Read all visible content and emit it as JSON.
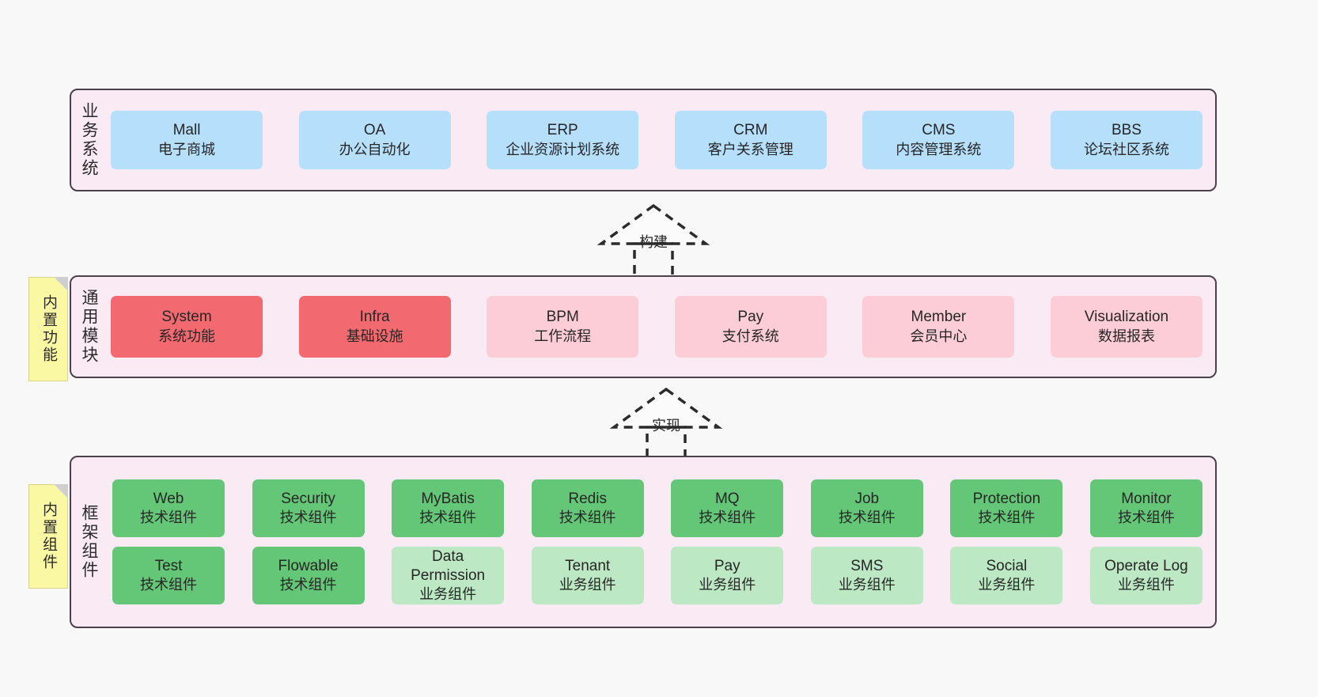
{
  "diagram": {
    "title_hidden": "",
    "colors": {
      "layer_background": "#f9eaf4",
      "layer_border": "#4a414b",
      "business_card": "#b5dffb",
      "module_core_card": "#f26a6f",
      "module_optional_card": "#fccdd6",
      "framework_tech_card": "#63c777",
      "framework_business_card": "#bce8c4",
      "sticky_note": "#fbf8a4",
      "page_background": "#f8f8f8"
    }
  },
  "layers": {
    "business": {
      "title": "业务系统",
      "cards": [
        {
          "name": "Mall",
          "desc": "电子商城"
        },
        {
          "name": "OA",
          "desc": "办公自动化"
        },
        {
          "name": "ERP",
          "desc": "企业资源计划系统"
        },
        {
          "name": "CRM",
          "desc": "客户关系管理"
        },
        {
          "name": "CMS",
          "desc": "内容管理系统"
        },
        {
          "name": "BBS",
          "desc": "论坛社区系统"
        }
      ]
    },
    "module": {
      "title": "通用模块",
      "sticky": "内置功能",
      "cards": [
        {
          "name": "System",
          "desc": "系统功能",
          "variant": "core"
        },
        {
          "name": "Infra",
          "desc": "基础设施",
          "variant": "core"
        },
        {
          "name": "BPM",
          "desc": "工作流程",
          "variant": "optional"
        },
        {
          "name": "Pay",
          "desc": "支付系统",
          "variant": "optional"
        },
        {
          "name": "Member",
          "desc": "会员中心",
          "variant": "optional"
        },
        {
          "name": "Visualization",
          "desc": "数据报表",
          "variant": "optional"
        }
      ]
    },
    "framework": {
      "title": "框架组件",
      "sticky": "内置组件",
      "row_tech": [
        {
          "name": "Web",
          "desc": "技术组件"
        },
        {
          "name": "Security",
          "desc": "技术组件"
        },
        {
          "name": "MyBatis",
          "desc": "技术组件"
        },
        {
          "name": "Redis",
          "desc": "技术组件"
        },
        {
          "name": "MQ",
          "desc": "技术组件"
        },
        {
          "name": "Job",
          "desc": "技术组件"
        },
        {
          "name": "Protection",
          "desc": "技术组件"
        },
        {
          "name": "Monitor",
          "desc": "技术组件"
        }
      ],
      "row_business": [
        {
          "name": "Test",
          "desc": "技术组件",
          "variant": "tech"
        },
        {
          "name": "Flowable",
          "desc": "技术组件",
          "variant": "tech"
        },
        {
          "name": "Data Permission",
          "desc": "业务组件",
          "variant": "business"
        },
        {
          "name": "Tenant",
          "desc": "业务组件",
          "variant": "business"
        },
        {
          "name": "Pay",
          "desc": "业务组件",
          "variant": "business"
        },
        {
          "name": "SMS",
          "desc": "业务组件",
          "variant": "business"
        },
        {
          "name": "Social",
          "desc": "业务组件",
          "variant": "business"
        },
        {
          "name": "Operate Log",
          "desc": "业务组件",
          "variant": "business"
        }
      ]
    }
  },
  "connectors": [
    {
      "id": "build",
      "label": "构建",
      "from": "module",
      "to": "business"
    },
    {
      "id": "realize",
      "label": "实现",
      "from": "framework",
      "to": "module"
    }
  ]
}
